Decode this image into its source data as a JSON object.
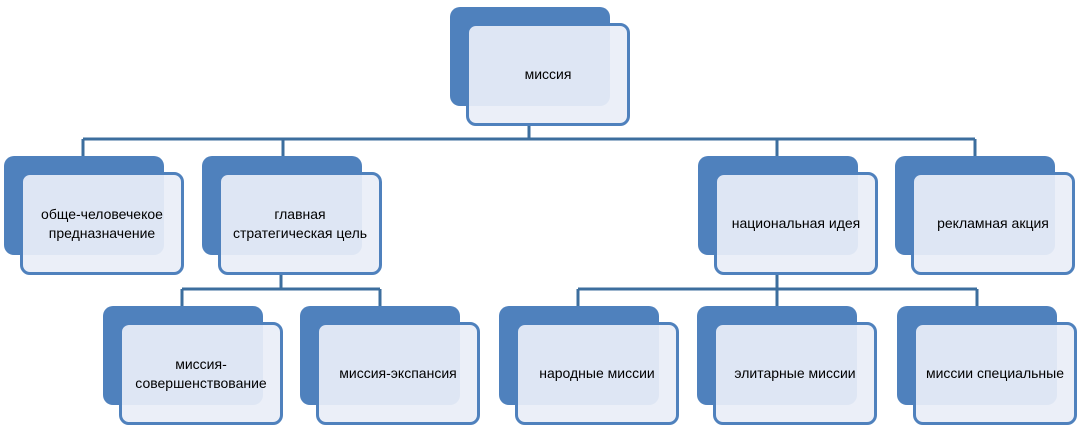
{
  "nodes": {
    "root": "миссия",
    "universal": "обще-человечекое предназначение",
    "strategic_goal": "главная стратегическая цель",
    "national_idea": "национальная идея",
    "ad_campaign": "рекламная акция",
    "improvement": "миссия-совершенствование",
    "expansion": "миссия-экспансия",
    "folk": "народные миссии",
    "elite": "элитарные миссии",
    "special": "миссии специальные"
  },
  "colors": {
    "accent": "#4f81bd",
    "box_fill": "#e9eef8",
    "connector": "#3c6e9e"
  }
}
